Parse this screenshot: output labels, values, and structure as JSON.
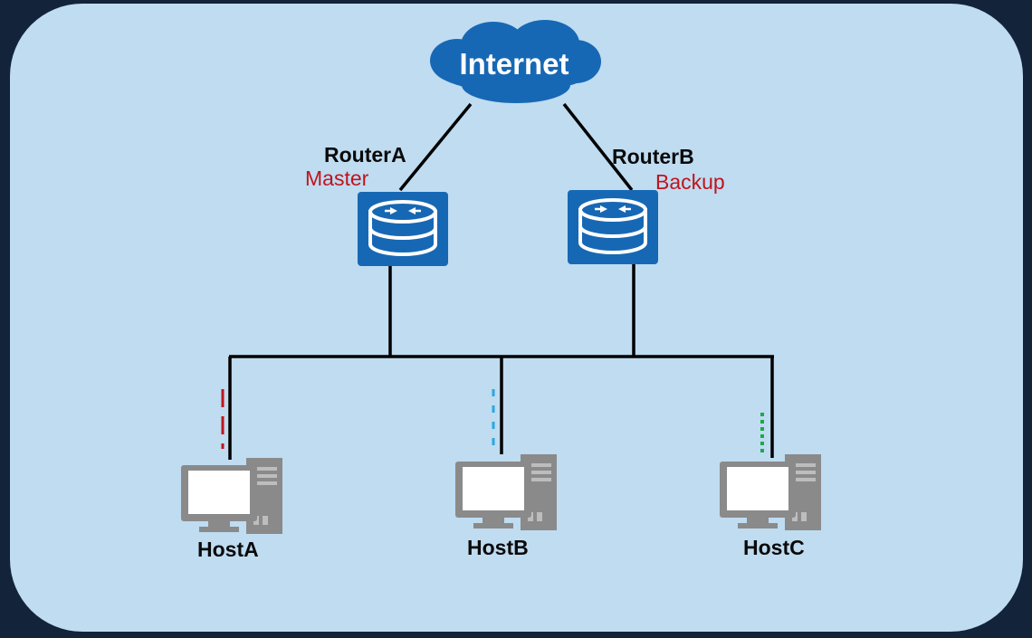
{
  "diagram": {
    "cloud": {
      "label": "Internet"
    },
    "routers": [
      {
        "id": "routerA",
        "name": "RouterA",
        "role": "Master"
      },
      {
        "id": "routerB",
        "name": "RouterB",
        "role": "Backup"
      }
    ],
    "hosts": [
      {
        "id": "hostA",
        "name": "HostA",
        "traffic_color": "#c0141c"
      },
      {
        "id": "hostB",
        "name": "HostB",
        "traffic_color": "#2aa8e0"
      },
      {
        "id": "hostC",
        "name": "HostC",
        "traffic_color": "#1ea84a"
      }
    ],
    "colors": {
      "background": "#bfdcf1",
      "border": "#12233a",
      "router_fill": "#1768b4",
      "cloud_fill": "#1768b4",
      "pc_gray": "#8a8a8a",
      "link": "#000000",
      "role_text": "#c0141c"
    },
    "icons": {
      "cloud": "internet-cloud-icon",
      "router": "router-icon",
      "host": "pc-icon"
    }
  }
}
